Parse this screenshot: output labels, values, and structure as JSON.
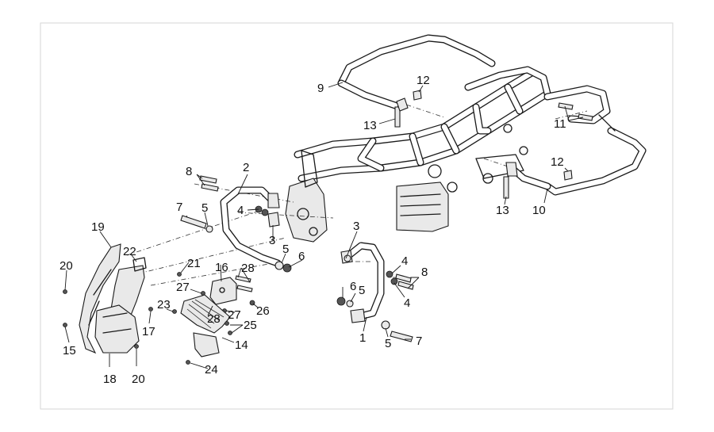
{
  "diagram": {
    "callouts": [
      {
        "id": "c1",
        "text": "1"
      },
      {
        "id": "c2",
        "text": "2"
      },
      {
        "id": "c3a",
        "text": "3"
      },
      {
        "id": "c3b",
        "text": "3"
      },
      {
        "id": "c4a",
        "text": "4"
      },
      {
        "id": "c4b",
        "text": "4"
      },
      {
        "id": "c4c",
        "text": "4"
      },
      {
        "id": "c5a",
        "text": "5"
      },
      {
        "id": "c5b",
        "text": "5"
      },
      {
        "id": "c5c",
        "text": "5"
      },
      {
        "id": "c5d",
        "text": "5"
      },
      {
        "id": "c6a",
        "text": "6"
      },
      {
        "id": "c6b",
        "text": "6"
      },
      {
        "id": "c7a",
        "text": "7"
      },
      {
        "id": "c7b",
        "text": "7"
      },
      {
        "id": "c8a",
        "text": "8"
      },
      {
        "id": "c8b",
        "text": "8"
      },
      {
        "id": "c9",
        "text": "9"
      },
      {
        "id": "c10",
        "text": "10"
      },
      {
        "id": "c11",
        "text": "11"
      },
      {
        "id": "c12a",
        "text": "12"
      },
      {
        "id": "c12b",
        "text": "12"
      },
      {
        "id": "c13a",
        "text": "13"
      },
      {
        "id": "c13b",
        "text": "13"
      },
      {
        "id": "c14",
        "text": "14"
      },
      {
        "id": "c15",
        "text": "15"
      },
      {
        "id": "c16",
        "text": "16"
      },
      {
        "id": "c17",
        "text": "17"
      },
      {
        "id": "c18",
        "text": "18"
      },
      {
        "id": "c19",
        "text": "19"
      },
      {
        "id": "c20a",
        "text": "20"
      },
      {
        "id": "c20b",
        "text": "20"
      },
      {
        "id": "c21",
        "text": "21"
      },
      {
        "id": "c22",
        "text": "22"
      },
      {
        "id": "c23",
        "text": "23"
      },
      {
        "id": "c24",
        "text": "24"
      },
      {
        "id": "c25",
        "text": "25"
      },
      {
        "id": "c26",
        "text": "26"
      },
      {
        "id": "c27a",
        "text": "27"
      },
      {
        "id": "c27b",
        "text": "27"
      },
      {
        "id": "c28a",
        "text": "28"
      },
      {
        "id": "c28b",
        "text": "28"
      }
    ]
  }
}
